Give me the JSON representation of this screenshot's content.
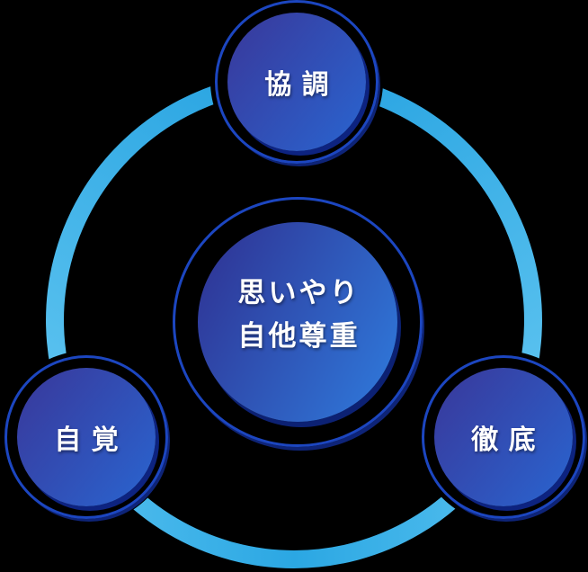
{
  "diagram": {
    "center_circle": {
      "lines": [
        "思いやり",
        "自他尊重"
      ]
    },
    "nodes": [
      {
        "id": "top",
        "label": "協調"
      },
      {
        "id": "bottom-left",
        "label": "自覚"
      },
      {
        "id": "bottom-right",
        "label": "徹底"
      }
    ],
    "colors": {
      "background": "#000000",
      "orbit_ring_dark": "#27a3e1",
      "orbit_ring_light": "#5ec4f0",
      "orbit_ring_bottom_mid": "#2ba7e3",
      "node_fill_gradient_start": "#383b9e",
      "node_fill_gradient_end": "#2a63ce",
      "center_fill_gradient_start": "#2f3394",
      "center_fill_gradient_end": "#2f7cde",
      "node_outline": "#1c46c0",
      "node_shadow": "#0d2380",
      "label_text": "#ffffff"
    }
  }
}
